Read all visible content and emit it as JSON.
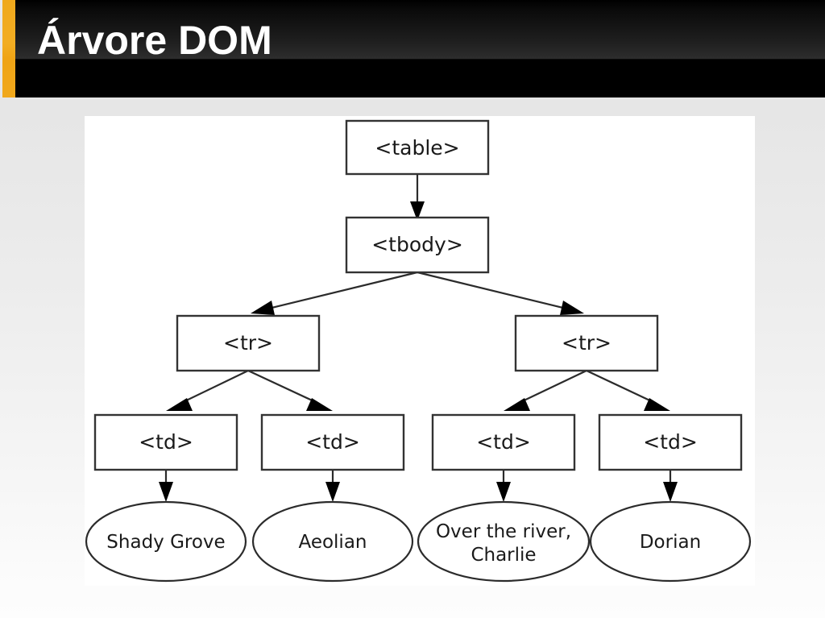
{
  "slide": {
    "title": "Árvore DOM",
    "accent_color": "#f0a91d",
    "title_bar_color": "#000000",
    "background_color": "#ececec",
    "panel_background": "#ffffff"
  },
  "diagram": {
    "type": "tree",
    "description": "DOM tree for an HTML table",
    "nodes": [
      {
        "id": "table",
        "label": "<table>",
        "shape": "rect",
        "level": 0
      },
      {
        "id": "tbody",
        "label": "<tbody>",
        "shape": "rect",
        "level": 1
      },
      {
        "id": "tr1",
        "label": "<tr>",
        "shape": "rect",
        "level": 2
      },
      {
        "id": "tr2",
        "label": "<tr>",
        "shape": "rect",
        "level": 2
      },
      {
        "id": "td1",
        "label": "<td>",
        "shape": "rect",
        "level": 3
      },
      {
        "id": "td2",
        "label": "<td>",
        "shape": "rect",
        "level": 3
      },
      {
        "id": "td3",
        "label": "<td>",
        "shape": "rect",
        "level": 3
      },
      {
        "id": "td4",
        "label": "<td>",
        "shape": "rect",
        "level": 3
      },
      {
        "id": "text1",
        "label": "Shady Grove",
        "shape": "ellipse",
        "level": 4
      },
      {
        "id": "text2",
        "label": "Aeolian",
        "shape": "ellipse",
        "level": 4
      },
      {
        "id": "text3",
        "label": "Over the river, Charlie",
        "shape": "ellipse",
        "level": 4,
        "lines": [
          "Over the river,",
          "Charlie"
        ]
      },
      {
        "id": "text4",
        "label": "Dorian",
        "shape": "ellipse",
        "level": 4
      }
    ],
    "edges": [
      {
        "from": "table",
        "to": "tbody"
      },
      {
        "from": "tbody",
        "to": "tr1"
      },
      {
        "from": "tbody",
        "to": "tr2"
      },
      {
        "from": "tr1",
        "to": "td1"
      },
      {
        "from": "tr1",
        "to": "td2"
      },
      {
        "from": "tr2",
        "to": "td3"
      },
      {
        "from": "tr2",
        "to": "td4"
      },
      {
        "from": "td1",
        "to": "text1"
      },
      {
        "from": "td2",
        "to": "text2"
      },
      {
        "from": "td3",
        "to": "text3"
      },
      {
        "from": "td4",
        "to": "text4"
      }
    ],
    "labels": {
      "table": "<table>",
      "tbody": "<tbody>",
      "tr1": "<tr>",
      "tr2": "<tr>",
      "td1": "<td>",
      "td2": "<td>",
      "td3": "<td>",
      "td4": "<td>",
      "text1": "Shady Grove",
      "text2": "Aeolian",
      "text3_line1": "Over the river,",
      "text3_line2": "Charlie",
      "text4": "Dorian"
    }
  }
}
